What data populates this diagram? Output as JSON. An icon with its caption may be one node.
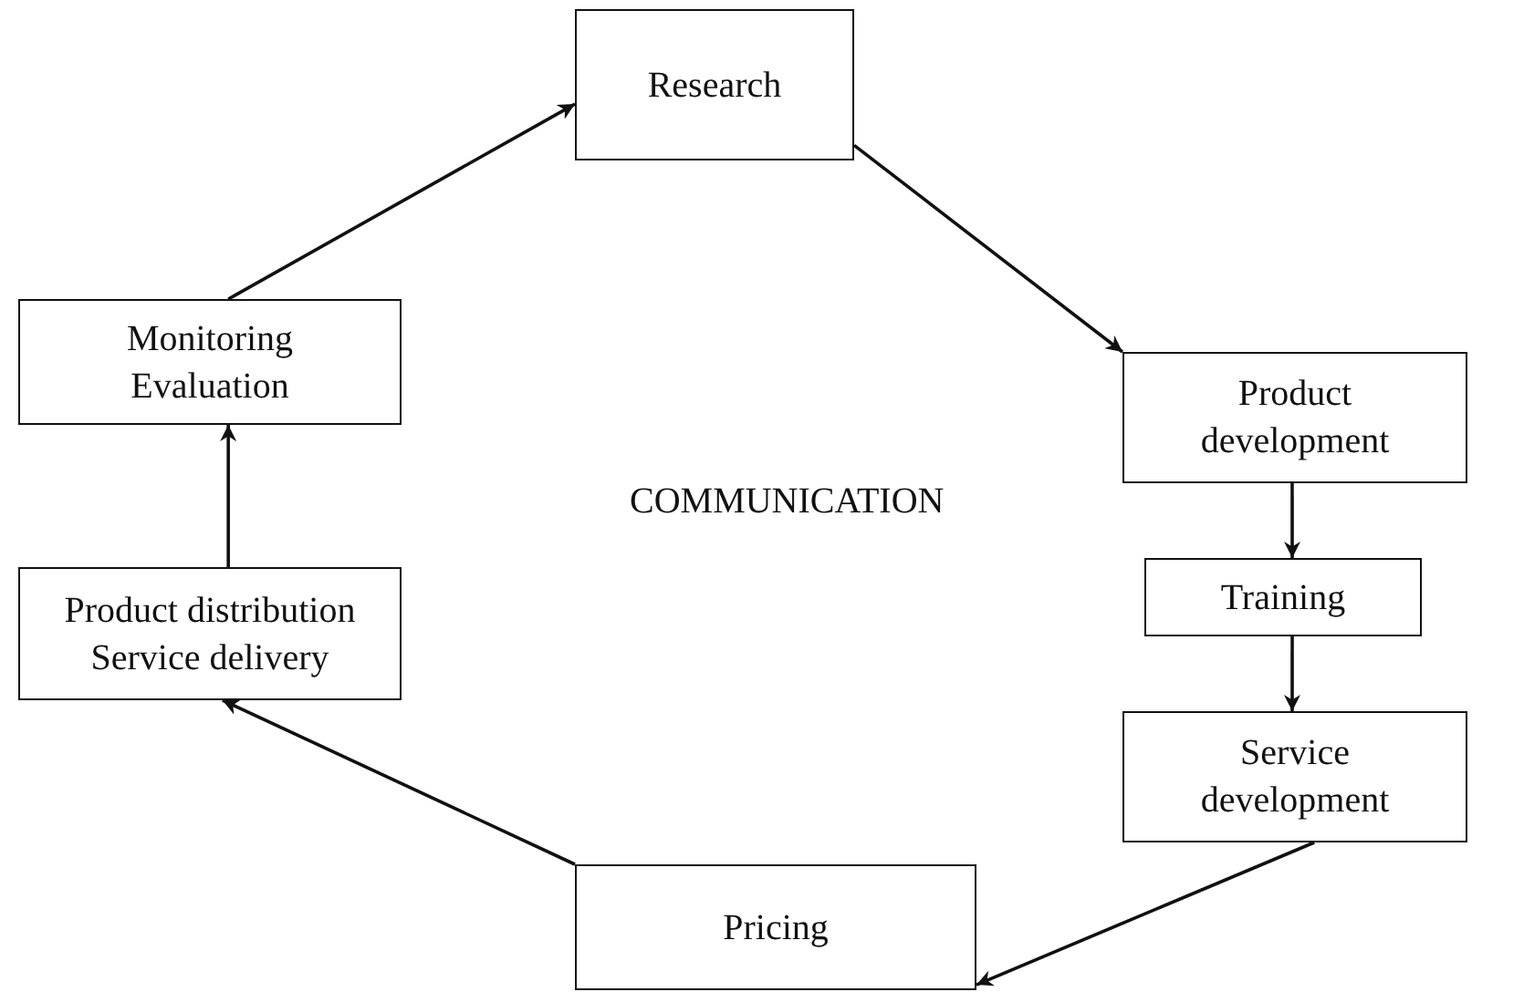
{
  "diagram": {
    "nodes": [
      {
        "text": [
          "Research"
        ]
      },
      {
        "text": [
          "Product development"
        ]
      },
      {
        "text": [
          "Training"
        ]
      },
      {
        "text": [
          "Service development"
        ]
      },
      {
        "text": [
          "Pricing"
        ]
      },
      {
        "text": [
          "Product distribution Service delivery"
        ]
      },
      {
        "text": [
          "Monitoring Evaluation"
        ]
      }
    ],
    "edges": [
      {
        "from": 0,
        "to": 1,
        "arrow": "to"
      },
      {
        "from": 1,
        "to": 2,
        "arrow": "to"
      },
      {
        "from": 2,
        "to": 3,
        "arrow": "to"
      },
      {
        "from": 3,
        "to": 4,
        "arrow": "to"
      },
      {
        "from": 4,
        "to": 5,
        "arrow": "to"
      },
      {
        "from": 5,
        "to": 6,
        "arrow": "to"
      },
      {
        "from": 6,
        "to": 0,
        "arrow": "to"
      }
    ],
    "labels": [
      "COMMUNICATION"
    ]
  }
}
